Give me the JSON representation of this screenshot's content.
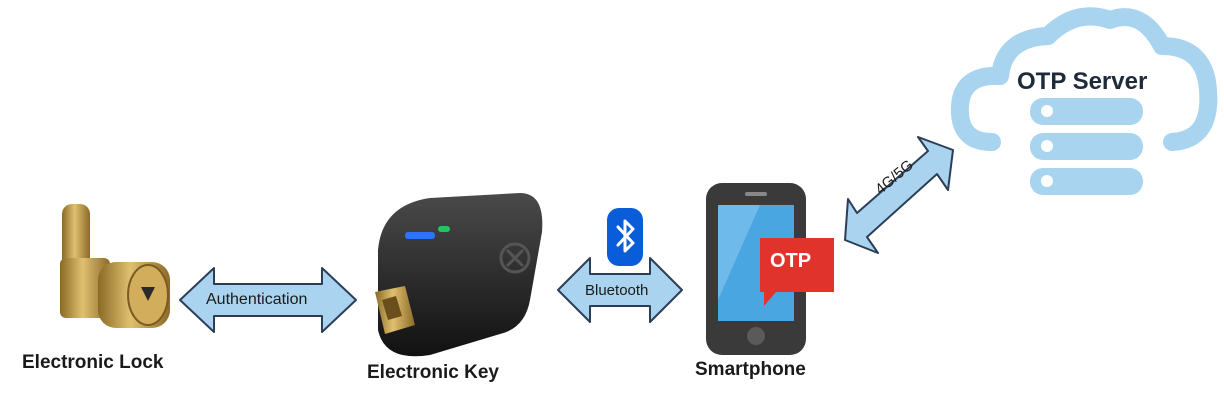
{
  "nodes": {
    "lock": {
      "label": "Electronic Lock",
      "icon": "electronic-lock-image"
    },
    "key": {
      "label": "Electronic Key",
      "icon": "electronic-key-image"
    },
    "phone": {
      "label": "Smartphone",
      "icon": "smartphone-icon",
      "badge": "OTP"
    },
    "server": {
      "label": "OTP Server",
      "icon": "cloud-server-icon"
    }
  },
  "links": {
    "lock_key": "Authentication",
    "key_phone": "Bluetooth",
    "phone_server": "4G/5G"
  },
  "colors": {
    "arrow_fill": "#a9d3ee",
    "arrow_stroke": "#2c3e57",
    "cloud": "#a9d4f0",
    "phone_body": "#3a3a3a",
    "phone_screen": "#4aa6e0",
    "otp_badge": "#e0332b",
    "bluetooth": "#0a5dd9",
    "brass": "#c9a24a"
  }
}
